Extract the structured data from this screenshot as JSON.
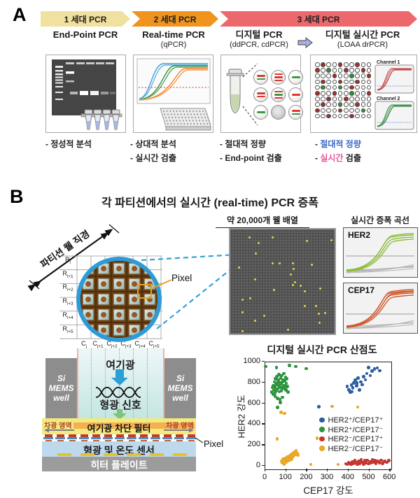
{
  "panel_a": {
    "label": "A",
    "banners": [
      {
        "label": "1 세대 PCR",
        "color": "#f1e19e"
      },
      {
        "label": "2 세대 PCR",
        "color": "#f0941f"
      },
      {
        "label": "3 세대 PCR",
        "color": "#ed686c"
      }
    ],
    "columns": [
      {
        "title": "End-Point PCR",
        "subtitle": "",
        "bullets": [
          [
            {
              "t": "- 정성적 분석"
            }
          ]
        ]
      },
      {
        "title": "Real-time PCR",
        "subtitle": "(qPCR)",
        "bullets": [
          [
            {
              "t": "- 상대적 분석"
            }
          ],
          [
            {
              "t": "- 실시간 검출"
            }
          ]
        ]
      },
      {
        "title": "디지털 PCR",
        "subtitle": "(ddPCR, cdPCR)",
        "bullets": [
          [
            {
              "t": "- 절대적 정량"
            }
          ],
          [
            {
              "t": "- End-point 검출"
            }
          ]
        ]
      },
      {
        "title": "디지털 실시간 PCR",
        "subtitle": "(LOAA drPCR)",
        "bullets": [
          [
            {
              "t": "- ",
              "c": "#222222"
            },
            {
              "t": "절대적 정량",
              "c": "#3a67c4"
            }
          ],
          [
            {
              "t": "- ",
              "c": "#222222"
            },
            {
              "t": "실시간",
              "c": "#e8559a"
            },
            {
              "t": " 검출",
              "c": "#222222"
            }
          ]
        ]
      }
    ],
    "channels": [
      "Channel 1",
      "Channel 2"
    ],
    "partitions": [
      [
        "rg",
        "rrr",
        "g"
      ],
      [
        "rr",
        "rgr",
        "r"
      ],
      [
        "g",
        "",
        "rg"
      ]
    ],
    "well_pattern": [
      "wrwwrwwrww",
      "rwgwwrwwrw",
      "wwwrwwgwwr",
      "wrwwrwwrww",
      "wgwwgwrwww",
      "rwwrwwgwwr",
      "wwrwwrwwww",
      "wrwwgwwrww",
      "rwwwrwwwgw",
      "wwrwwwrwww"
    ],
    "well_colors": {
      "w": "#ffffff",
      "r": "#a03030",
      "g": "#2f8f3c"
    }
  },
  "panel_b": {
    "label": "B",
    "title": "각 파티션에서의 실시간 (real-time) PCR 증폭",
    "partition_diameter_label": "파티션 웰 직경",
    "pixel_label": "Pixel",
    "grid": {
      "rows": [
        {
          "b": "R",
          "s": "i"
        },
        {
          "b": "R",
          "s": "i+1"
        },
        {
          "b": "R",
          "s": "i+2"
        },
        {
          "b": "R",
          "s": "i+3"
        },
        {
          "b": "R",
          "s": "i+4"
        },
        {
          "b": "R",
          "s": "i+5"
        }
      ],
      "cols": [
        {
          "b": "C",
          "s": "j"
        },
        {
          "b": "C",
          "s": "j+1"
        },
        {
          "b": "C",
          "s": "j+2"
        },
        {
          "b": "C",
          "s": "j+3"
        },
        {
          "b": "C",
          "s": "j+4"
        },
        {
          "b": "C",
          "s": "j+5"
        }
      ]
    },
    "array_label": "약 20,000개 웰 배열",
    "curves_label": "실시간 증폭 곡선",
    "curve_boxes": [
      {
        "label": "HER2",
        "color": "#8cbd3f"
      },
      {
        "label": "CEP17",
        "color": "#cf5a2d"
      }
    ],
    "mems": {
      "excitation_label": "여기광",
      "signal_label": "형광 신호",
      "si_well_lines": [
        "Si",
        "MEMS",
        "well"
      ],
      "shade_label": "차광 영역",
      "filter_label": "여기광 차단 필터",
      "sensor_label": "형광 및 온도 센서",
      "heater_label": "히터 플레이트",
      "pixel_label": "Pixel"
    },
    "scatter_title": "디지털 실시간 PCR 산점도"
  },
  "chart_data": {
    "type": "scatter",
    "title": "디지털 실시간 PCR 산점도",
    "xlabel": "CEP17 강도",
    "ylabel": "HER2 강도",
    "xlim": [
      0,
      600
    ],
    "ylim": [
      0,
      1000
    ],
    "xticks": [
      0,
      100,
      200,
      300,
      400,
      500,
      600
    ],
    "yticks": [
      0,
      200,
      400,
      600,
      800,
      1000
    ],
    "grid": false,
    "legend_position": "inside right",
    "series": [
      {
        "name": "HER2⁺/CEP17⁺",
        "color": "#2d5d9f",
        "points": [
          [
            398,
            756
          ],
          [
            406,
            722
          ],
          [
            412,
            698
          ],
          [
            418,
            770
          ],
          [
            424,
            742
          ],
          [
            430,
            790
          ],
          [
            436,
            814
          ],
          [
            443,
            762
          ],
          [
            450,
            836
          ],
          [
            457,
            722
          ],
          [
            463,
            800
          ],
          [
            469,
            772
          ],
          [
            477,
            850
          ],
          [
            485,
            820
          ],
          [
            492,
            880
          ],
          [
            500,
            936
          ],
          [
            508,
            860
          ],
          [
            516,
            904
          ],
          [
            528,
            924
          ],
          [
            542,
            932
          ],
          [
            554,
            906
          ],
          [
            420,
            706
          ],
          [
            445,
            788
          ],
          [
            260,
            560
          ]
        ]
      },
      {
        "name": "HER2⁺/CEP17⁻",
        "color": "#2f9440",
        "points": [
          [
            33,
            702
          ],
          [
            37,
            745
          ],
          [
            40,
            682
          ],
          [
            43,
            762
          ],
          [
            45,
            722
          ],
          [
            47,
            800
          ],
          [
            49,
            692
          ],
          [
            51,
            748
          ],
          [
            53,
            828
          ],
          [
            55,
            775
          ],
          [
            57,
            712
          ],
          [
            59,
            848
          ],
          [
            61,
            790
          ],
          [
            63,
            732
          ],
          [
            65,
            815
          ],
          [
            67,
            762
          ],
          [
            69,
            868
          ],
          [
            71,
            706
          ],
          [
            73,
            792
          ],
          [
            75,
            748
          ],
          [
            77,
            835
          ],
          [
            79,
            778
          ],
          [
            81,
            716
          ],
          [
            83,
            858
          ],
          [
            85,
            800
          ],
          [
            87,
            742
          ],
          [
            89,
            820
          ],
          [
            91,
            766
          ],
          [
            93,
            878
          ],
          [
            95,
            736
          ],
          [
            97,
            806
          ],
          [
            99,
            762
          ],
          [
            101,
            842
          ],
          [
            103,
            722
          ],
          [
            105,
            786
          ],
          [
            107,
            828
          ],
          [
            110,
            756
          ],
          [
            113,
            700
          ],
          [
            50,
            660
          ],
          [
            62,
            642
          ],
          [
            74,
            626
          ],
          [
            86,
            650
          ],
          [
            5,
            946
          ],
          [
            57,
            938
          ],
          [
            120,
            956
          ],
          [
            150,
            946
          ],
          [
            200,
            926
          ],
          [
            62,
            554
          ],
          [
            76,
            600
          ]
        ]
      },
      {
        "name": "HER2⁻/CEP17⁺",
        "color": "#c4362f",
        "points": [
          [
            390,
            14
          ],
          [
            398,
            8
          ],
          [
            404,
            28
          ],
          [
            410,
            18
          ],
          [
            416,
            6
          ],
          [
            422,
            32
          ],
          [
            428,
            14
          ],
          [
            434,
            42
          ],
          [
            440,
            22
          ],
          [
            446,
            8
          ],
          [
            452,
            36
          ],
          [
            458,
            18
          ],
          [
            464,
            50
          ],
          [
            470,
            28
          ],
          [
            476,
            10
          ],
          [
            482,
            42
          ],
          [
            488,
            22
          ],
          [
            494,
            48
          ],
          [
            500,
            14
          ],
          [
            506,
            34
          ],
          [
            512,
            20
          ],
          [
            518,
            52
          ],
          [
            524,
            28
          ],
          [
            530,
            42
          ],
          [
            536,
            16
          ],
          [
            544,
            38
          ],
          [
            552,
            24
          ],
          [
            560,
            46
          ],
          [
            568,
            18
          ],
          [
            578,
            36
          ],
          [
            588,
            28
          ],
          [
            598,
            44
          ]
        ]
      },
      {
        "name": "HER2⁻/CEP17⁻",
        "color": "#e9a825",
        "points": [
          [
            82,
            38
          ],
          [
            86,
            22
          ],
          [
            90,
            58
          ],
          [
            94,
            8
          ],
          [
            97,
            44
          ],
          [
            100,
            68
          ],
          [
            103,
            28
          ],
          [
            106,
            54
          ],
          [
            109,
            78
          ],
          [
            112,
            40
          ],
          [
            115,
            64
          ],
          [
            118,
            88
          ],
          [
            121,
            50
          ],
          [
            124,
            74
          ],
          [
            127,
            98
          ],
          [
            130,
            58
          ],
          [
            133,
            108
          ],
          [
            136,
            84
          ],
          [
            139,
            118
          ],
          [
            142,
            94
          ],
          [
            145,
            128
          ],
          [
            148,
            104
          ],
          [
            152,
            138
          ],
          [
            156,
            112
          ],
          [
            160,
            96
          ],
          [
            61,
            252
          ],
          [
            253,
            258
          ],
          [
            80,
            505
          ],
          [
            96,
            496
          ],
          [
            324,
            565
          ],
          [
            448,
            558
          ],
          [
            222,
            8
          ],
          [
            354,
            6
          ]
        ]
      }
    ]
  }
}
